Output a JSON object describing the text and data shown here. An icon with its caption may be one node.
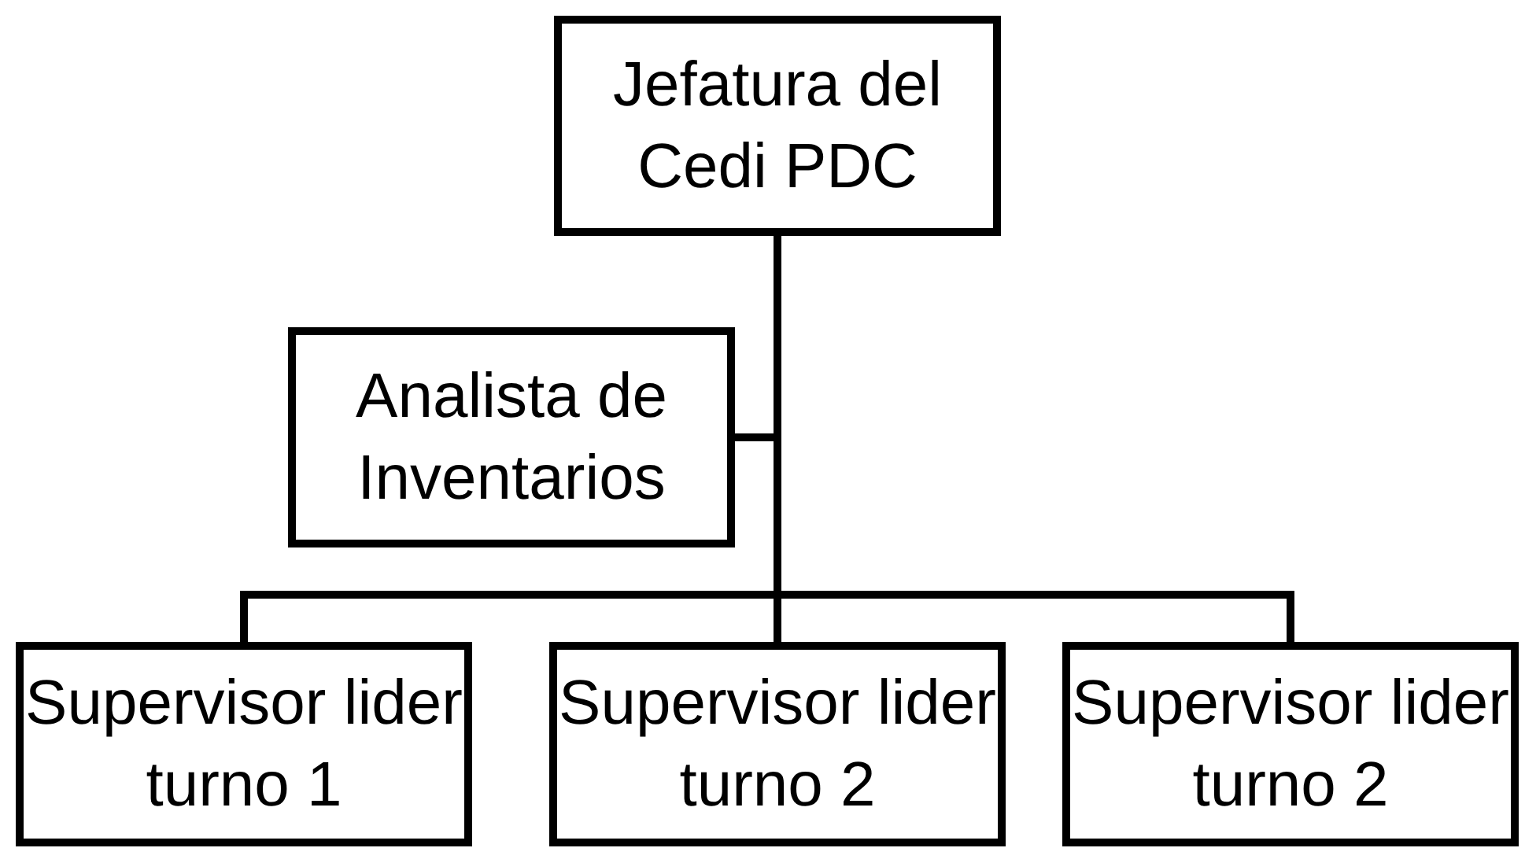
{
  "diagram": {
    "nodes": [
      {
        "text": [
          "Jefatura del Cedi PDC"
        ]
      },
      {
        "text": [
          "Analista de Inventarios"
        ]
      },
      {
        "text": [
          "Supervisor lider turno 1"
        ]
      },
      {
        "text": [
          "Supervisor lider turno 2"
        ]
      },
      {
        "text": [
          "Supervisor lider turno 2"
        ]
      }
    ],
    "edges": [
      {
        "from": 0,
        "to": 1,
        "arrow": "none"
      },
      {
        "from": 0,
        "to": 2,
        "arrow": "none"
      },
      {
        "from": 0,
        "to": 3,
        "arrow": "none"
      },
      {
        "from": 0,
        "to": 4,
        "arrow": "none"
      }
    ]
  }
}
